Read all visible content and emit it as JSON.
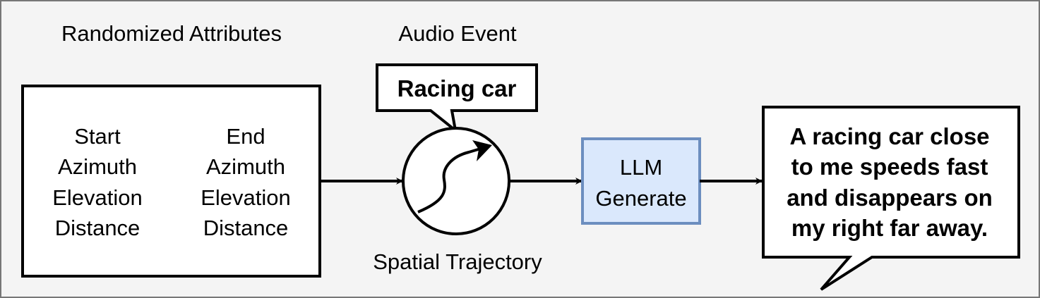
{
  "labels": {
    "randomized_attributes": "Randomized Attributes",
    "audio_event": "Audio Event",
    "spatial_trajectory": "Spatial Trajectory"
  },
  "attributes_box": {
    "start_column": [
      "Start",
      "Azimuth",
      "Elevation",
      "Distance"
    ],
    "end_column": [
      "End",
      "Azimuth",
      "Elevation",
      "Distance"
    ]
  },
  "audio_event_bubble": "Racing car",
  "llm_box": {
    "lines": [
      "LLM",
      "Generate"
    ]
  },
  "output_bubble": {
    "lines": [
      "A racing car close",
      "to me speeds fast",
      "and disappears on",
      "my right far away."
    ]
  },
  "colors": {
    "background": "#f4f4f4",
    "border": "#777777",
    "stroke": "#000000",
    "llm_fill": "#dae8fc",
    "llm_stroke": "#6c8ebf"
  }
}
